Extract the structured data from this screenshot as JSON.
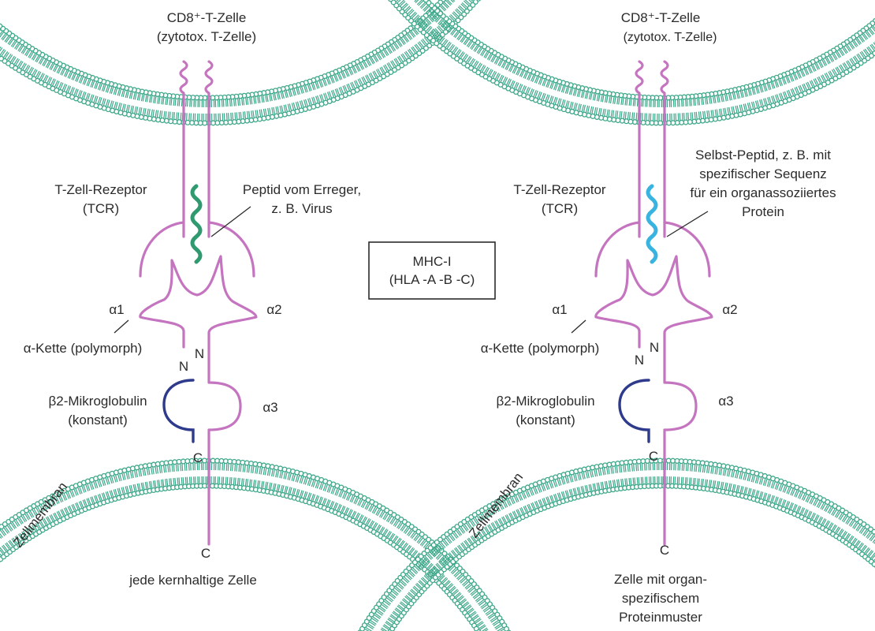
{
  "center_box": {
    "line1": "MHC-I",
    "line2": "(HLA -A -B -C)"
  },
  "colors": {
    "membrane": "#3fa88a",
    "mhc_chain": "#c574c0",
    "beta2": "#2e3a8c",
    "peptide_pathogen": "#2f9a6f",
    "peptide_self": "#39b3e0"
  },
  "panels": [
    {
      "t_cell_line1": "CD8⁺-T-Zelle",
      "t_cell_line2": "(zytotox. T-Zelle)",
      "tcr_line1": "T-Zell-Rezeptor",
      "tcr_line2": "(TCR)",
      "peptide_lines": [
        "Peptid vom Erreger,",
        "z. B. Virus"
      ],
      "alpha1": "α1",
      "alpha2": "α2",
      "alpha3": "α3",
      "alpha_chain": "α-Kette (polymorph)",
      "n_left": "N",
      "n_right": "N",
      "beta_line1": "β2-Mikroglobulin",
      "beta_line2": "(konstant)",
      "c_beta": "C",
      "c_alpha": "C",
      "membrane": "Zellmembran",
      "cell_lines": [
        "jede kernhaltige Zelle"
      ]
    },
    {
      "t_cell_line1": "CD8⁺-T-Zelle",
      "t_cell_line2": "(zytotox. T-Zelle)",
      "tcr_line1": "T-Zell-Rezeptor",
      "tcr_line2": "(TCR)",
      "peptide_lines": [
        "Selbst-Peptid, z. B. mit",
        "spezifischer Sequenz",
        "für ein organassoziiertes",
        "Protein"
      ],
      "alpha1": "α1",
      "alpha2": "α2",
      "alpha3": "α3",
      "alpha_chain": "α-Kette (polymorph)",
      "n_left": "N",
      "n_right": "N",
      "beta_line1": "β2-Mikroglobulin",
      "beta_line2": "(konstant)",
      "c_beta": "C",
      "c_alpha": "C",
      "membrane": "Zellmembran",
      "cell_lines": [
        "Zelle mit organ-",
        "spezifischem",
        "Proteinmuster"
      ]
    }
  ]
}
